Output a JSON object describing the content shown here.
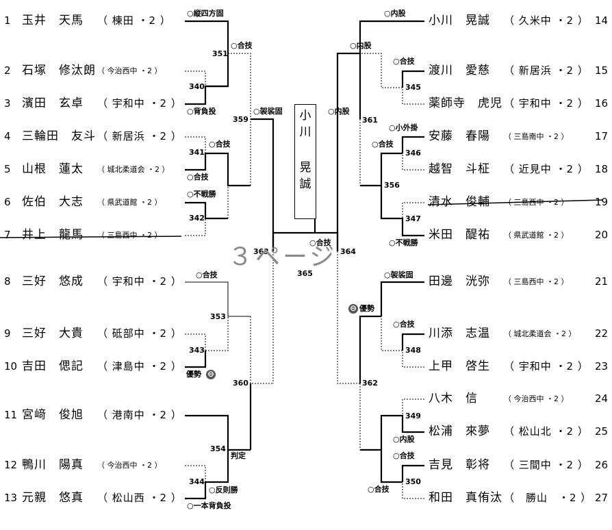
{
  "left_players": [
    {
      "no": "1",
      "name": "玉井　天馬",
      "school": "（ 棟田 ・2 ）",
      "small": false
    },
    {
      "no": "2",
      "name": "石塚　修汰朗",
      "school": "（ 今治西中 ・2 ）",
      "small": true
    },
    {
      "no": "3",
      "name": "濱田　玄卓",
      "school": "（ 宇和中 ・2 ）",
      "small": false
    },
    {
      "no": "4",
      "name": "三輪田　友斗",
      "school": "（ 新居浜 ・2 ）",
      "small": false
    },
    {
      "no": "5",
      "name": "山根　蓮太",
      "school": "（ 城北柔道会 ・2 ）",
      "small": true
    },
    {
      "no": "6",
      "name": "佐伯　大志",
      "school": "（ 県武道館 ・2 ）",
      "small": true
    },
    {
      "no": "7",
      "name": "井上　龍馬",
      "school": "（ 三島西中 ・2 ）",
      "small": true
    },
    {
      "no": "8",
      "name": "三好　悠成",
      "school": "（ 宇和中 ・2 ）",
      "small": false
    },
    {
      "no": "9",
      "name": "三好　大貴",
      "school": "（ 砥部中 ・2 ）",
      "small": false
    },
    {
      "no": "10",
      "name": "吉田　偲記",
      "school": "（ 津島中 ・2 ）",
      "small": false
    },
    {
      "no": "11",
      "name": "宮﨑　俊旭",
      "school": "（ 港南中 ・2 ）",
      "small": false
    },
    {
      "no": "12",
      "name": "鴨川　陽真",
      "school": "（ 今治西中 ・2 ）",
      "small": true
    },
    {
      "no": "13",
      "name": "元親　悠真",
      "school": "（ 松山西 ・2 ）",
      "small": false
    }
  ],
  "right_players": [
    {
      "no": "14",
      "name": "小川　晃誠",
      "school": "（ 久米中 ・2 ）",
      "small": false
    },
    {
      "no": "15",
      "name": "渡川　愛慈",
      "school": "（ 新居浜 ・2 ）",
      "small": false
    },
    {
      "no": "16",
      "name": "薬師寺　虎児",
      "school": "（ 宇和中 ・2 ）",
      "small": false
    },
    {
      "no": "17",
      "name": "安藤　春陽",
      "school": "（ 三島南中 ・2 ）",
      "small": true
    },
    {
      "no": "18",
      "name": "越智　斗柾",
      "school": "（ 近見中 ・2 ）",
      "small": false
    },
    {
      "no": "19",
      "name": "清水　俊輔",
      "school": "（ 三島西中 ・2 ）",
      "small": true
    },
    {
      "no": "20",
      "name": "米田　醍祐",
      "school": "（ 県武道館 ・2 ）",
      "small": true
    },
    {
      "no": "21",
      "name": "田邊　洸弥",
      "school": "（ 三島西中 ・2 ）",
      "small": true
    },
    {
      "no": "22",
      "name": "川添　志温",
      "school": "（ 城北柔道会 ・2 ）",
      "small": true
    },
    {
      "no": "23",
      "name": "上甲　啓生",
      "school": "（ 宇和中 ・2 ）",
      "small": false
    },
    {
      "no": "24",
      "name": "八木　信",
      "school": "（ 今治西中 ・2 ）",
      "small": true
    },
    {
      "no": "25",
      "name": "松浦　來夢",
      "school": "（ 松山北 ・2 ）",
      "small": false
    },
    {
      "no": "26",
      "name": "吉見　彰将",
      "school": "（ 三間中 ・2 ）",
      "small": false
    },
    {
      "no": "27",
      "name": "和田　真侑汰",
      "school": "（　勝山　・2 ）",
      "small": false
    }
  ],
  "match_numbers": [
    "351",
    "340",
    "359",
    "341",
    "342",
    "363",
    "365",
    "353",
    "343",
    "360",
    "354",
    "344",
    "361",
    "345",
    "346",
    "356",
    "347",
    "364",
    "348",
    "362",
    "349",
    "350"
  ],
  "results": {
    "r1": "○縦四方固",
    "r2": "○合技",
    "r3": "○背負投",
    "r4": "○袈裟固",
    "r5": "○合技",
    "r6": "○合技",
    "r7": "○不戦勝",
    "r8": "○合技",
    "r9": "優勢",
    "r10": "判定",
    "r11": "○反則勝",
    "r12": "○一本背負投",
    "r13": "○内股",
    "r14": "○内股",
    "r15": "○合技",
    "r16": "○内股",
    "r17": "○小外掛",
    "r18": "○合技",
    "r19": "○不戦勝",
    "r20": "○合技",
    "r21": "○袈裟固",
    "r22": "優勢",
    "r23": "○合技",
    "r24": "○内股",
    "r25": "○合技",
    "r26": "○合技"
  },
  "champion": {
    "chars": [
      "小",
      "川",
      "晃",
      "誠"
    ]
  },
  "page_label": "３ページ",
  "marks": {
    "yusei": "⊖"
  }
}
